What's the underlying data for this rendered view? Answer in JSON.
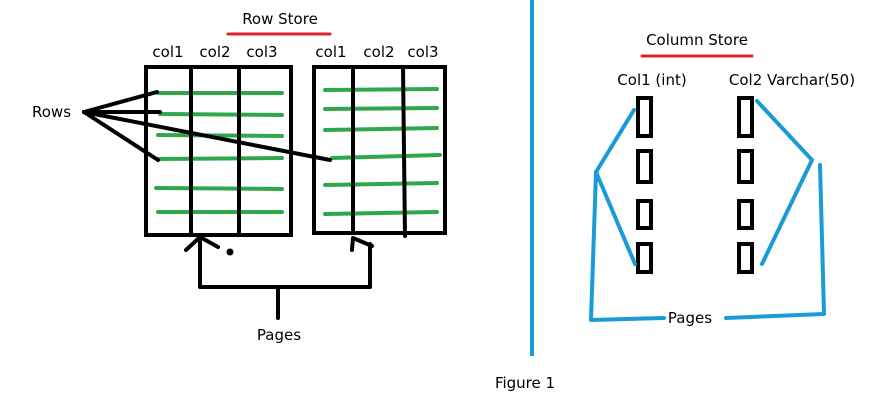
{
  "row_store": {
    "title": "Row Store",
    "left_page_columns": [
      "col1",
      "col2",
      "col3"
    ],
    "right_page_columns": [
      "col1",
      "col2",
      "col3"
    ],
    "rows_label": "Rows",
    "pages_label": "Pages"
  },
  "column_store": {
    "title": "Column Store",
    "col1_label": "Col1 (int)",
    "col2_label": "Col2 Varchar(50)",
    "pages_label": "Pages"
  },
  "caption": "Figure 1",
  "colors": {
    "underline": "#e0202a",
    "row_lines": "#2ea84a",
    "pages_bracket": "#1a9ad6",
    "divider": "#1a9ad6",
    "ink": "#000000"
  }
}
